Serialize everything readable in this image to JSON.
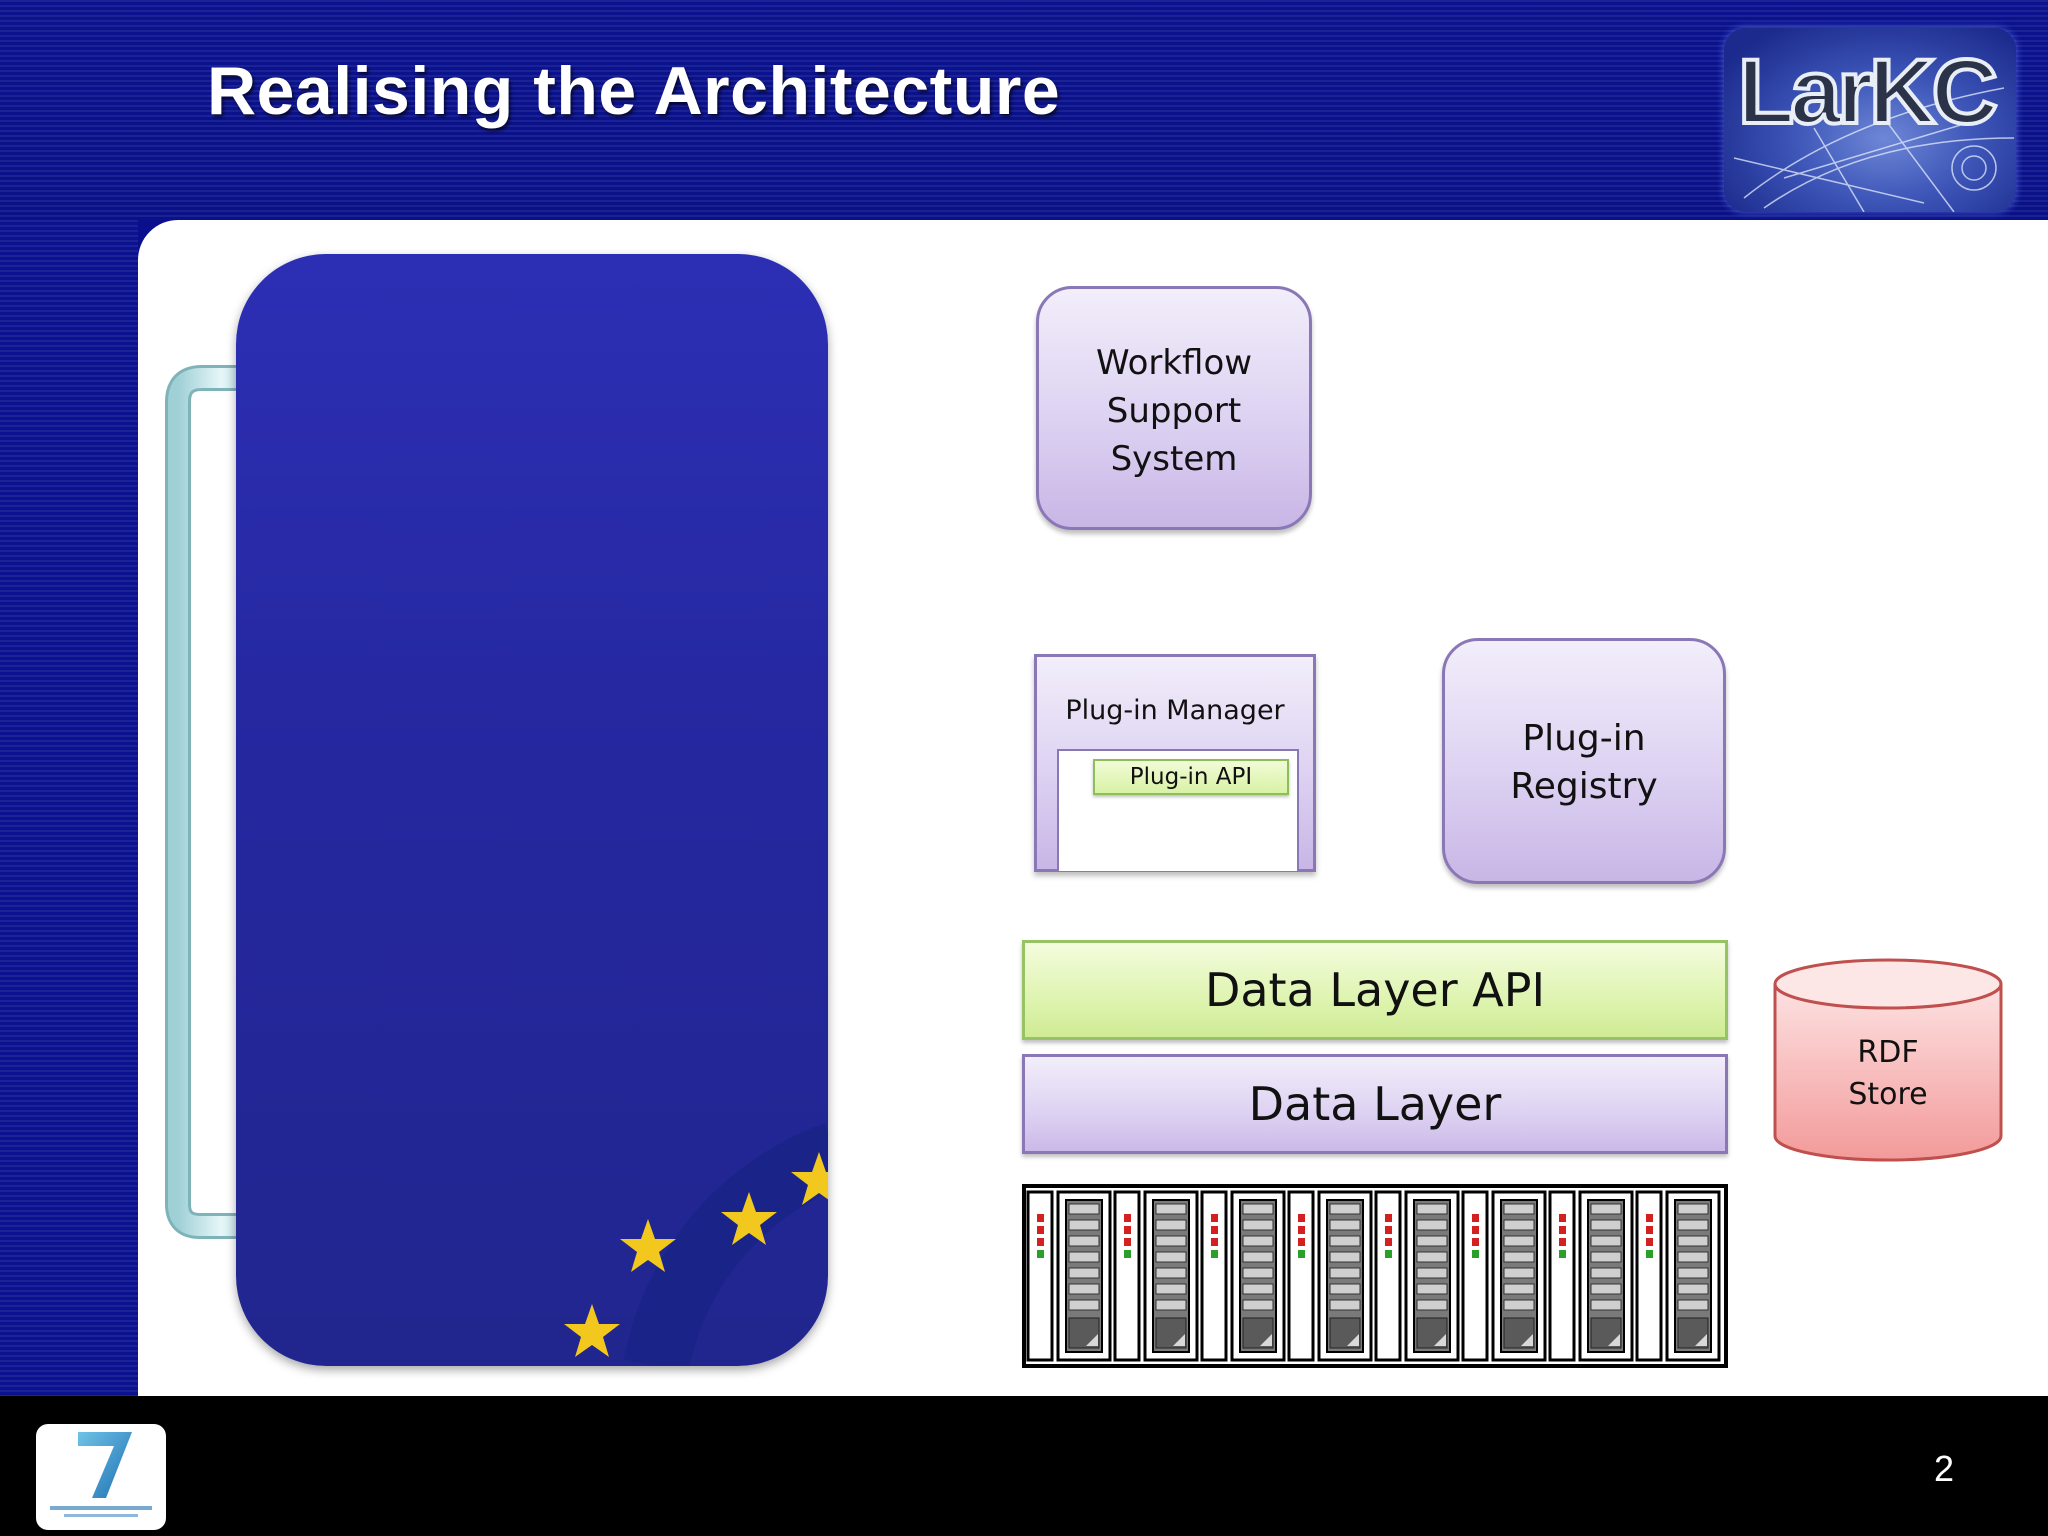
{
  "slide": {
    "title": "Realising the Architecture",
    "page_number": "2",
    "logo_text": "LarKC"
  },
  "diagram": {
    "workflow_support_system": [
      "Workflow",
      "Support",
      "System"
    ],
    "plugin_manager": "Plug-in Manager",
    "plugin_api": "Plug-in API",
    "plugin_registry": [
      "Plug-in",
      "Registry"
    ],
    "data_layer_api": "Data Layer API",
    "data_layer": "Data Layer",
    "rdf_store": [
      "RDF",
      "Store"
    ]
  },
  "colors": {
    "background_blue": "#0b128f",
    "panel_blue": "#25279f",
    "purple_box": "#ddd2f2",
    "green_box": "#def4b0",
    "rdf_red": "#f6b0b0",
    "star_yellow": "#f2c81e"
  }
}
